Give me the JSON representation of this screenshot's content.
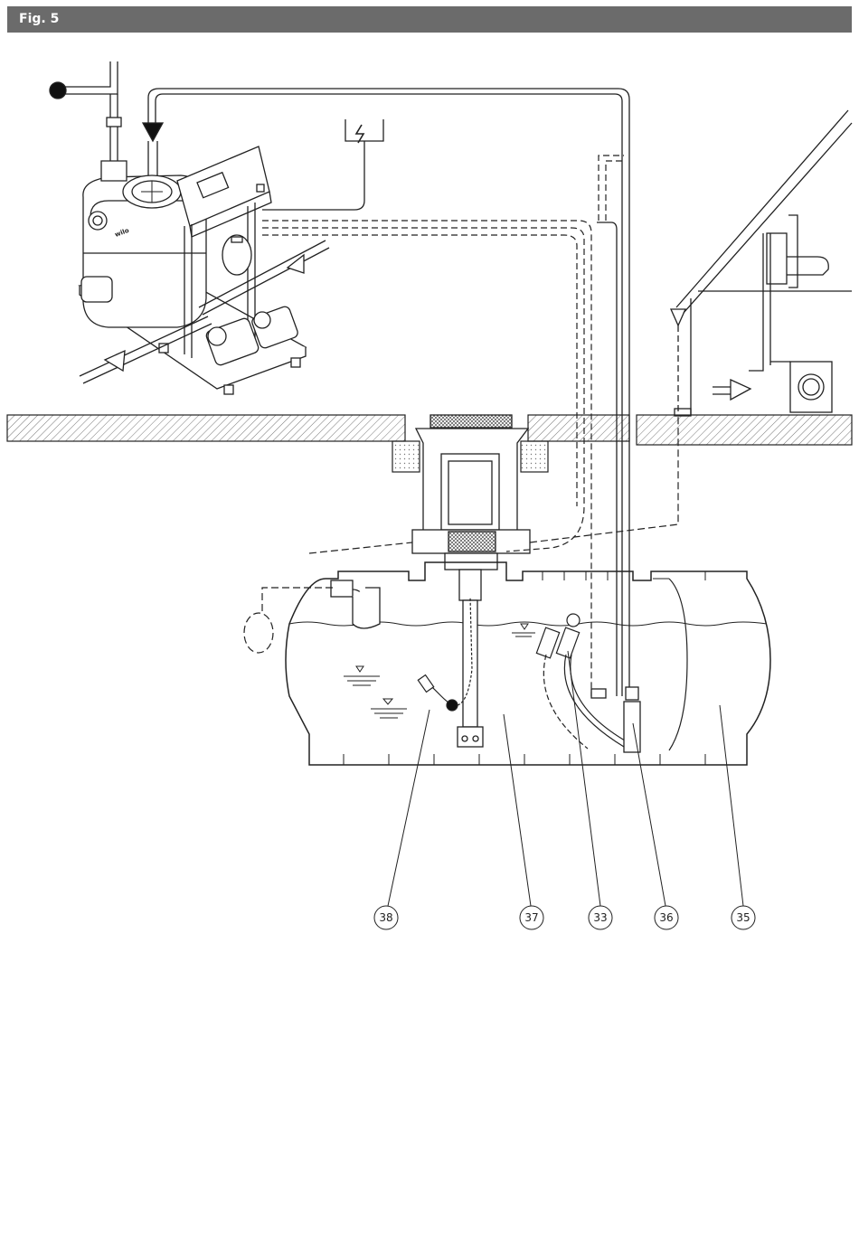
{
  "figure": {
    "title": "Fig. 5"
  },
  "callouts": [
    {
      "id": "38",
      "label": "38"
    },
    {
      "id": "37",
      "label": "37"
    },
    {
      "id": "33",
      "label": "33"
    },
    {
      "id": "36",
      "label": "36"
    },
    {
      "id": "35",
      "label": "35"
    }
  ],
  "station": {
    "brand": "wilo"
  },
  "icons": {
    "power": "lightning-bolt-icon"
  }
}
